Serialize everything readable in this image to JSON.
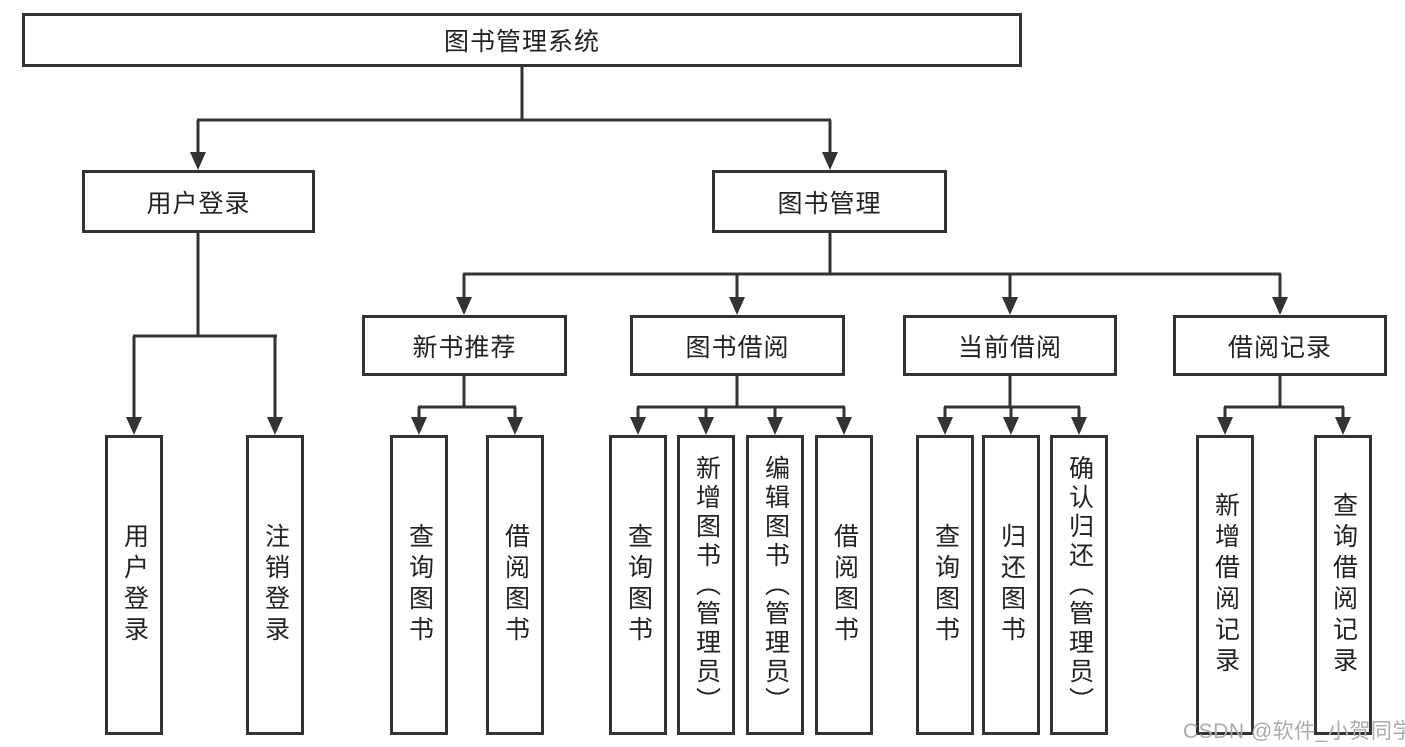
{
  "diagram": {
    "title": "图书管理系统",
    "nodes": {
      "root": "图书管理系统",
      "user_login": "用户登录",
      "book_mgmt": "图书管理",
      "new_book_rec": "新书推荐",
      "book_borrow": "图书借阅",
      "current_borrow": "当前借阅",
      "borrow_records": "借阅记录",
      "ul_user_login": "用户登录",
      "ul_logout": "注销登录",
      "nb_query_book": "查询图书",
      "nb_borrow_book": "借阅图书",
      "bb_query_book": "查询图书",
      "bb_add_book": "新增图书（管理员）",
      "bb_edit_book": "编辑图书（管理员）",
      "bb_borrow_book": "借阅图书",
      "cb_query_book": "查询图书",
      "cb_return_book": "归还图书",
      "cb_confirm_return": "确认归还（管理员）",
      "br_add_record": "新增借阅记录",
      "br_query_record": "查询借阅记录"
    }
  },
  "watermark": {
    "text": "CSDN @软件_小贺同学"
  },
  "colors": {
    "line": "#333333",
    "text": "#222222",
    "box_background": "#ffffff",
    "page_background": "#ffffff",
    "watermark": "#ababab"
  }
}
